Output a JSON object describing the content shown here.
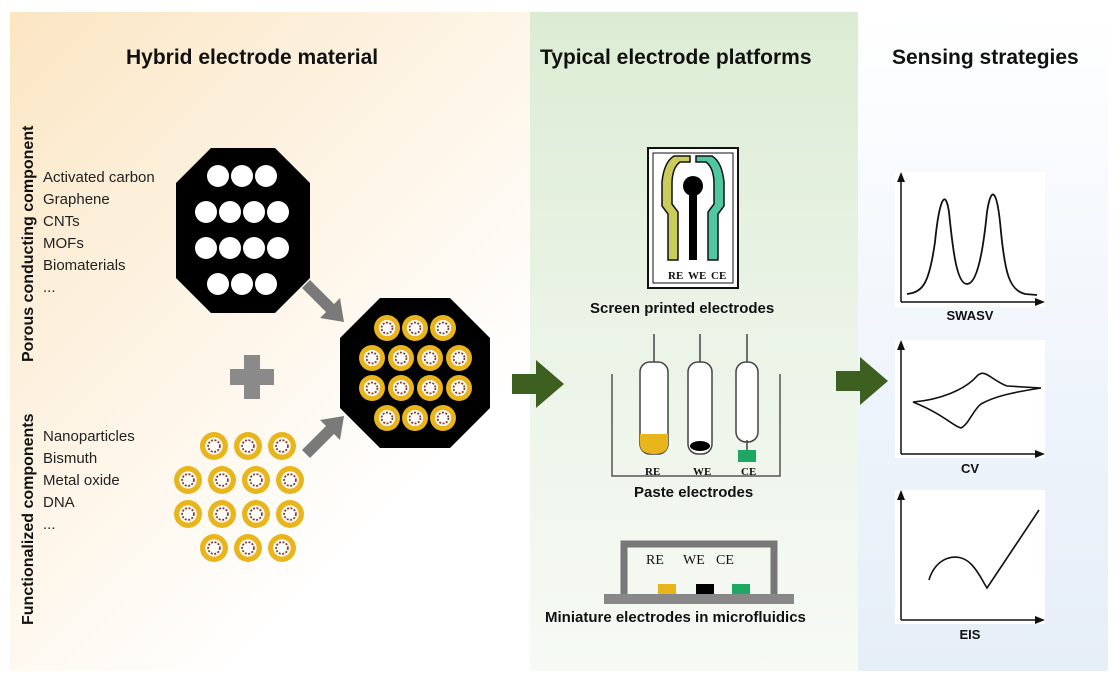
{
  "columns": {
    "left_title": "Hybrid electrode material",
    "mid_title": "Typical electrode platforms",
    "right_title": "Sensing strategies"
  },
  "porous": {
    "label": "Porous conducting component",
    "items": [
      "Activated carbon",
      "Graphene",
      "CNTs",
      "MOFs",
      "Biomaterials",
      "..."
    ]
  },
  "functionalized": {
    "label": "Functionalized components",
    "items": [
      "Nanoparticles",
      "Bismuth",
      "Metal oxide",
      "DNA",
      "..."
    ]
  },
  "platforms": {
    "screen_printed": {
      "caption": "Screen printed electrodes",
      "labels": [
        "RE",
        "WE",
        "CE"
      ]
    },
    "paste": {
      "caption": "Paste electrodes",
      "labels": [
        "RE",
        "WE",
        "CE"
      ]
    },
    "micro": {
      "caption": "Miniature electrodes in microfluidics",
      "labels": [
        "RE",
        "WE",
        "CE"
      ]
    }
  },
  "strategies": [
    "SWASV",
    "CV",
    "EIS"
  ],
  "colors": {
    "arrow_green": "#3d5f1f",
    "arrow_gray": "#7a7a7a",
    "nano_gold": "#e8b51c",
    "nano_core": "#8b3a2a",
    "re_yellow": "#e8b51c",
    "ce_green": "#1fa864",
    "spe_yellow": "#c9cb5a",
    "spe_teal": "#4fc7a0"
  }
}
